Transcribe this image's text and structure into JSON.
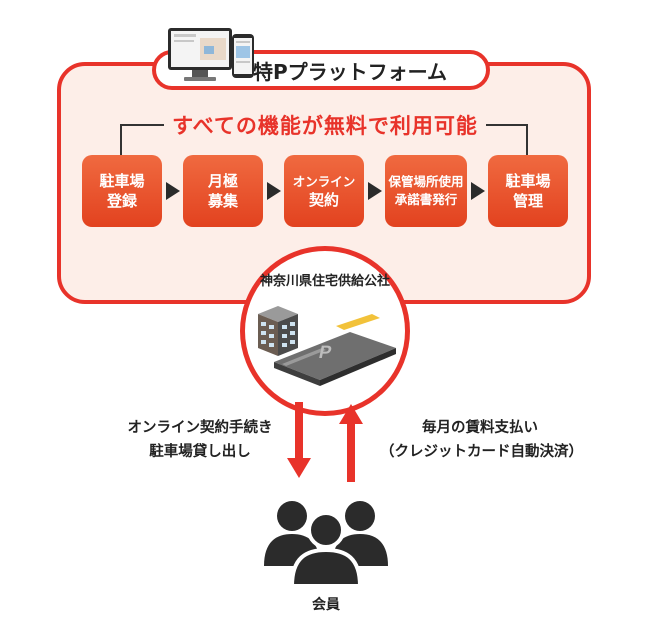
{
  "platform": {
    "title": "特Pプラットフォーム",
    "headline": "すべての機能が無料で利用可能",
    "steps": [
      {
        "line1": "駐車場",
        "line2": "登録"
      },
      {
        "line1": "月極",
        "line2": "募集"
      },
      {
        "line1": "オンライン",
        "line2": "契約"
      },
      {
        "line1": "保管場所使用",
        "line2": "承諾書発行"
      },
      {
        "line1": "駐車場",
        "line2": "管理"
      }
    ]
  },
  "organization": {
    "name": "神奈川県住宅供給公社"
  },
  "flows": {
    "down": {
      "line1": "オンライン契約手続き",
      "line2": "駐車場貸し出し"
    },
    "up": {
      "line1": "毎月の賃料支払い",
      "line2": "（クレジットカード自動決済）"
    }
  },
  "members": {
    "label": "会員"
  },
  "colors": {
    "accent": "#e8332a",
    "panel_bg": "#fdeee8",
    "step_gradient_top": "#f06a40",
    "step_gradient_bottom": "#e2421f",
    "dark": "#2b2b2b"
  },
  "icons": [
    "computer-and-phone-icon",
    "apartment-building-icon",
    "parking-lot-icon",
    "people-group-icon",
    "arrow-down-icon",
    "arrow-up-icon",
    "triangle-right-icon"
  ]
}
